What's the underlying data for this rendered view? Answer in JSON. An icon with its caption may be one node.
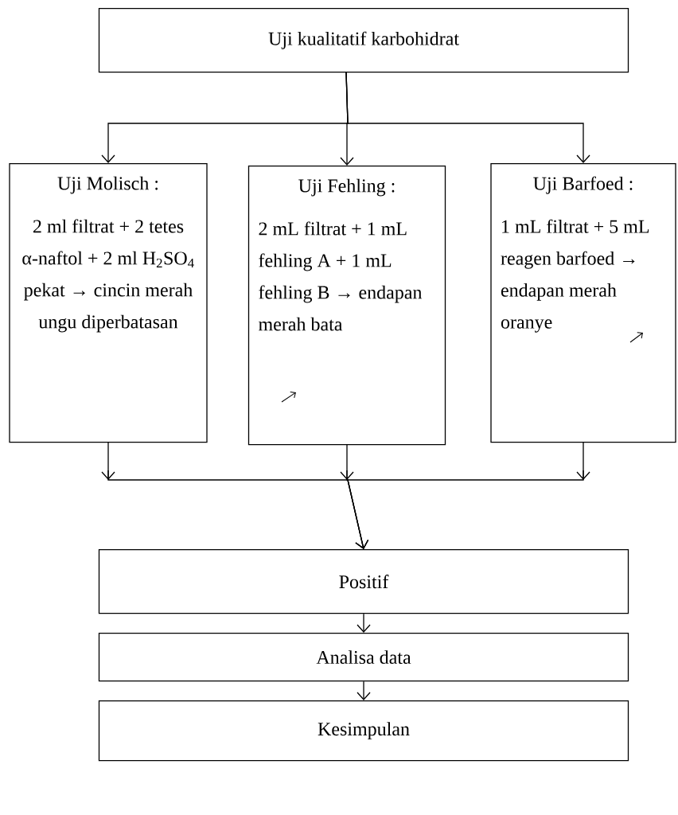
{
  "diagram": {
    "nodes": [
      {
        "text": [
          "Uji kualitatif karbohidrat"
        ]
      },
      {
        "text": [
          "Uji Molisch :",
          "2 ml filtrat + 2 tetes α-naftol + 2 ml H$_{2}$SO$_{4}$ pekat → cincin merah ungu diperbatasan"
        ]
      },
      {
        "text": [
          "Uji Fehling :",
          "2 mL filtrat + 1 mL fehling A + 1 mL fehling B → endapan merah bata"
        ]
      },
      {
        "text": [
          "Uji Barfoed :",
          "1 mL filtrat + 5 mL reagen barfoed → endapan merah oranye"
        ]
      },
      {
        "text": [
          "Positif"
        ]
      },
      {
        "text": [
          "Analisa data"
        ]
      },
      {
        "text": [
          "Kesimpulan"
        ]
      }
    ],
    "edges": [
      {
        "from": 0,
        "to": 1,
        "arrow": "to"
      },
      {
        "from": 0,
        "to": 2,
        "arrow": "to"
      },
      {
        "from": 0,
        "to": 3,
        "arrow": "to"
      },
      {
        "from": 1,
        "to": 4,
        "arrow": "to"
      },
      {
        "from": 2,
        "to": 4,
        "arrow": "to"
      },
      {
        "from": 3,
        "to": 4,
        "arrow": "to"
      },
      {
        "from": 4,
        "to": 5,
        "arrow": "to"
      },
      {
        "from": 5,
        "to": 6,
        "arrow": "to"
      }
    ]
  }
}
